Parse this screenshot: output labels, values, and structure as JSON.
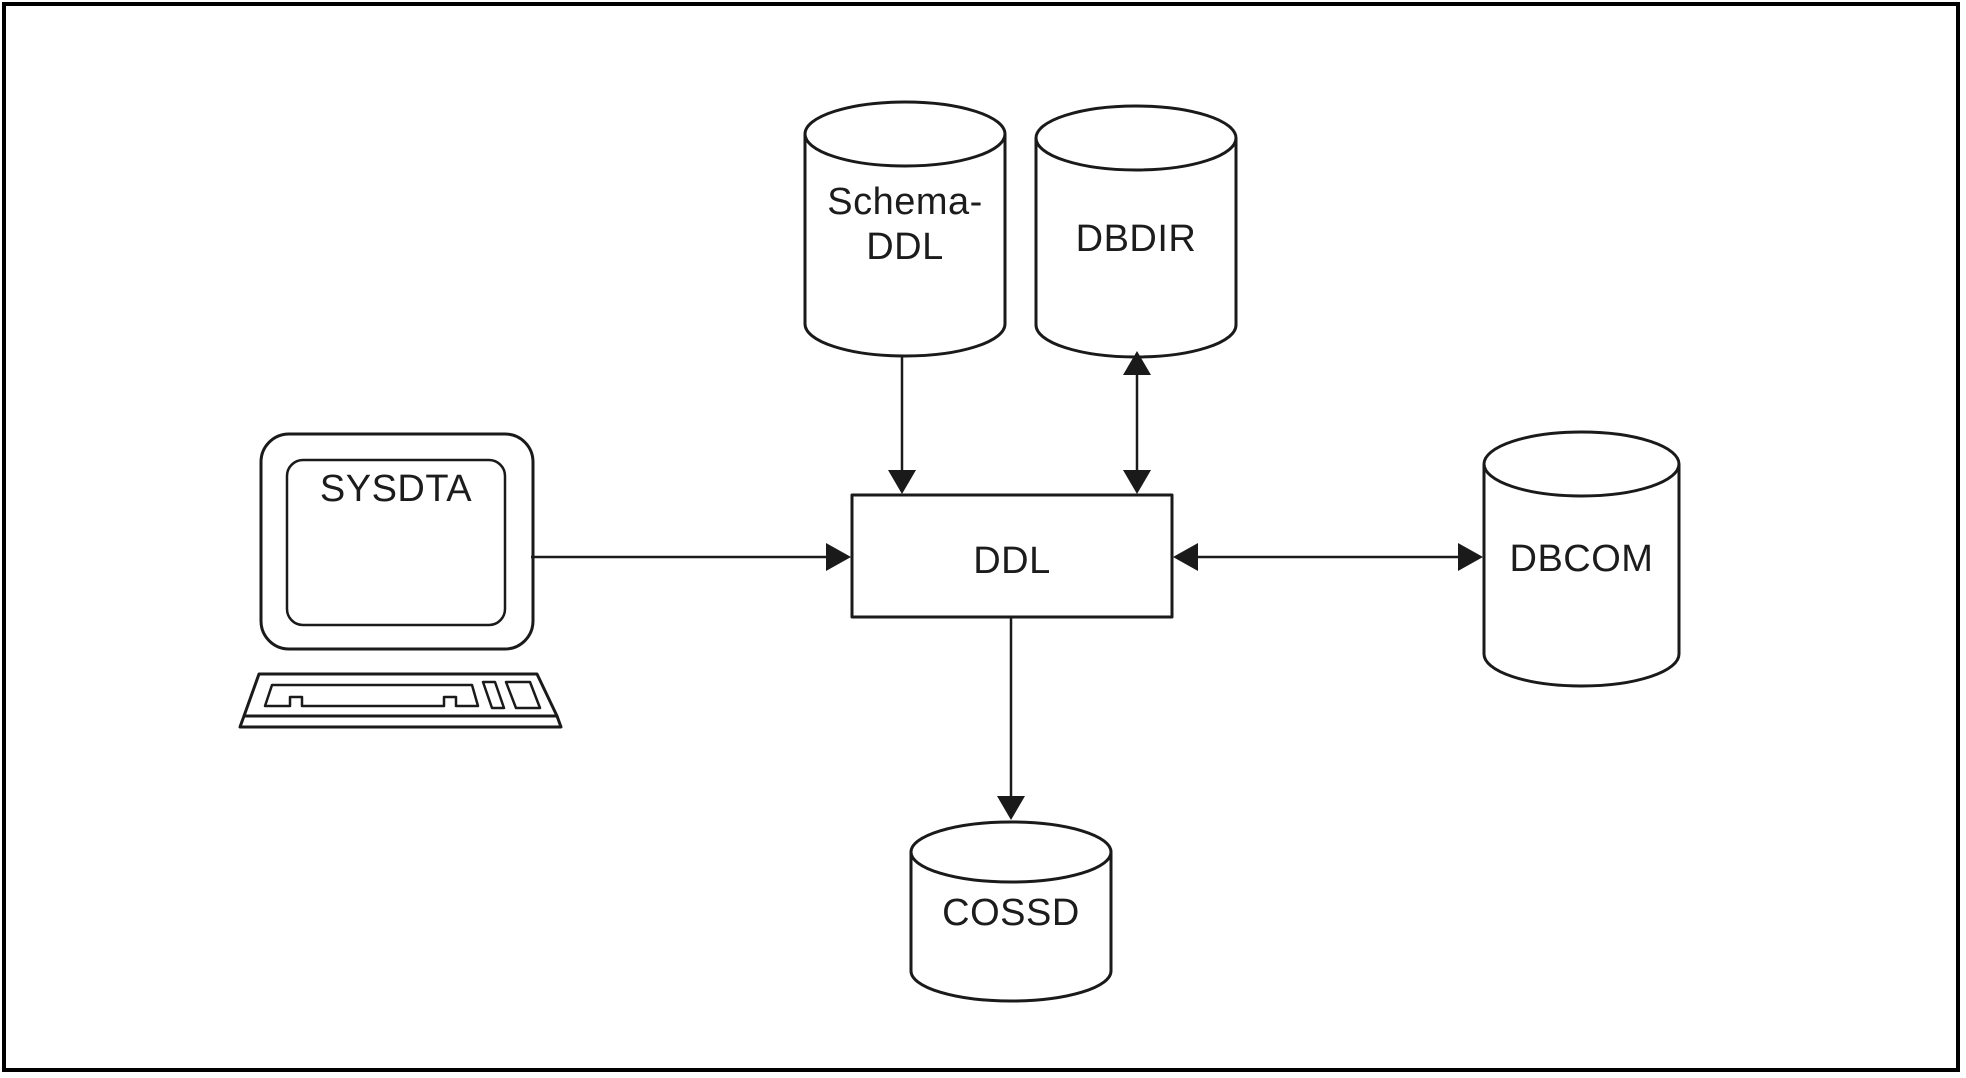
{
  "nodes": {
    "sysdta": {
      "label": "SYSDTA",
      "shape": "terminal"
    },
    "schema_ddl": {
      "label": "Schema-\nDDL",
      "shape": "disk-cylinder"
    },
    "dbdir": {
      "label": "DBDIR",
      "shape": "disk-cylinder"
    },
    "ddl": {
      "label": "DDL",
      "shape": "process-box"
    },
    "dbcom": {
      "label": "DBCOM",
      "shape": "disk-cylinder"
    },
    "cossd": {
      "label": "COSSD",
      "shape": "disk-cylinder"
    }
  },
  "edges": [
    {
      "from": "SYSDTA",
      "to": "DDL",
      "direction": "one-way"
    },
    {
      "from": "Schema-DDL",
      "to": "DDL",
      "direction": "one-way"
    },
    {
      "from": "DBDIR",
      "to": "DDL",
      "direction": "two-way"
    },
    {
      "from": "DDL",
      "to": "DBCOM",
      "direction": "two-way"
    },
    {
      "from": "DDL",
      "to": "COSSD",
      "direction": "one-way"
    }
  ],
  "colors": {
    "stroke": "#1a1a1a",
    "text": "#1c1c1c",
    "background": "#ffffff"
  }
}
